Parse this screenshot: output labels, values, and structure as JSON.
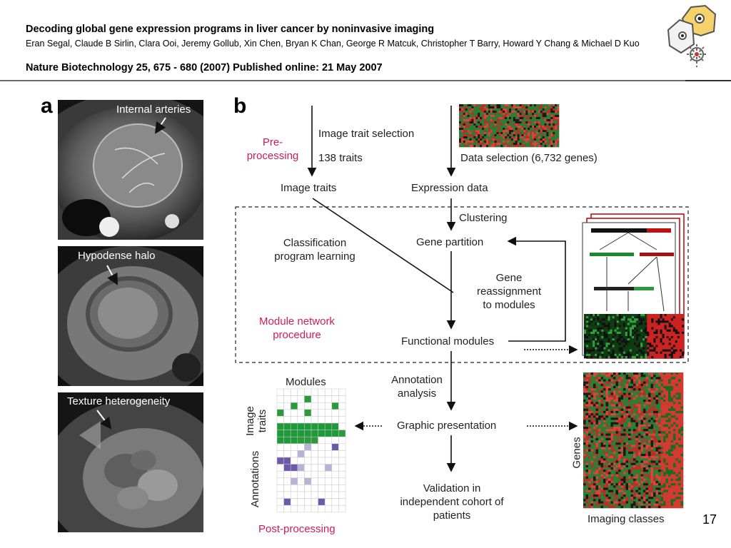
{
  "header": {
    "title": "Decoding global gene expression programs in liver cancer by noninvasive imaging",
    "authors": "Eran Segal, Claude B Sirlin, Clara Ooi, Jeremy Gollub, Xin Chen, Bryan K Chan, George R Matcuk, Christopher T Barry, Howard Y Chang & Michael D Kuo",
    "authors_note": "",
    "journal": "Nature Biotechnology 25, 675 - 680 (2007) Published online: 21 May 2007"
  },
  "panel_a": {
    "letter": "a",
    "images": [
      {
        "label": "Internal arteries"
      },
      {
        "label": "Hypodense halo"
      },
      {
        "label": "Texture heterogeneity"
      }
    ]
  },
  "panel_b": {
    "letter": "b",
    "pre_processing": "Pre-\nprocessing",
    "image_trait_selection": "Image trait selection",
    "traits_count": "138 traits",
    "data_selection": "Data selection (6,732 genes)",
    "image_traits": "Image traits",
    "expression_data": "Expression data",
    "clustering": "Clustering",
    "classification": "Classification\nprogram learning",
    "gene_partition": "Gene partition",
    "gene_reassignment": "Gene\nreassignment\nto modules",
    "module_network": "Module network\nprocedure",
    "functional_modules": "Functional modules",
    "modules": "Modules",
    "annotation_analysis": "Annotation\nanalysis",
    "image_traits_axis": "Image\ntraits",
    "annotations_axis": "Annotations",
    "graphic_presentation": "Graphic presentation",
    "genes_axis": "Genes",
    "validation": "Validation in\nindependent cohort of\npatients",
    "imaging_classes": "Imaging classes",
    "post_processing": "Post-processing"
  },
  "page_number": "17",
  "colors": {
    "accent_pink": "#d11a5c",
    "green": "#1a9a3a",
    "red": "#d42020"
  }
}
